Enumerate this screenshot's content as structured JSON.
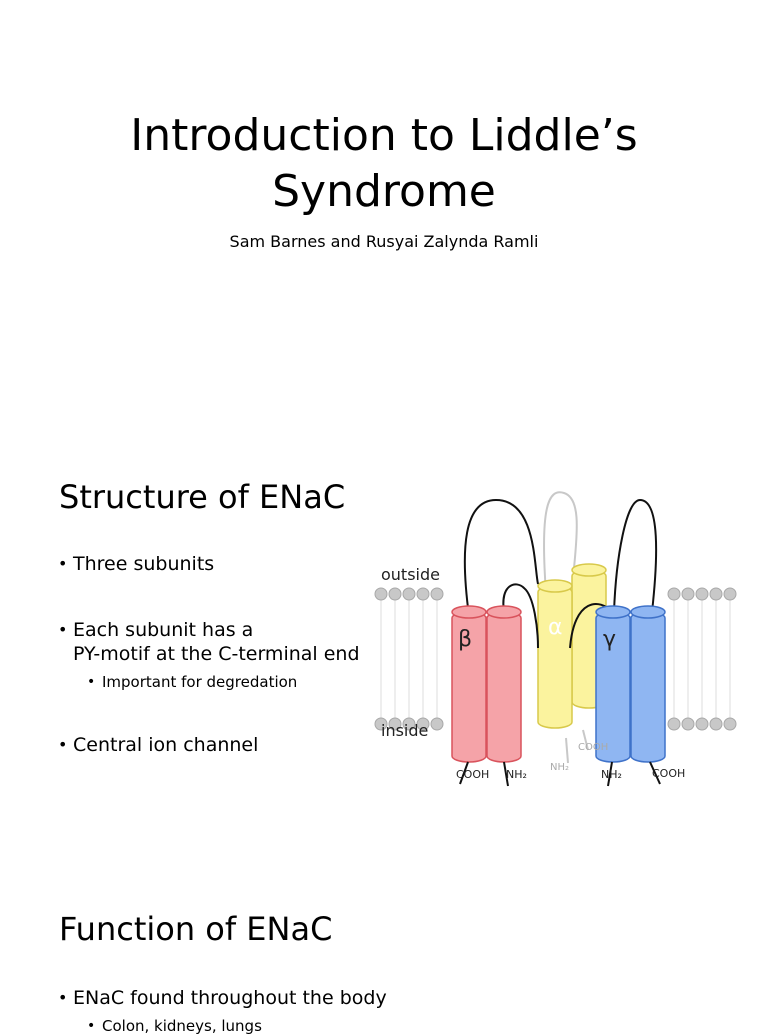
{
  "slide1": {
    "title_line1": "Introduction to Liddle’s",
    "title_line2": "Syndrome",
    "authors": "Sam Barnes and Rusyai Zalynda Ramli"
  },
  "slide2": {
    "heading": "Structure of ENaC",
    "bullet1": "Three subunits",
    "bullet2_line1": "Each subunit has a",
    "bullet2_line2": "PY-motif at the C-terminal end",
    "sub_bullet1": "Important for degredation",
    "bullet3": "Central ion channel",
    "diagram": {
      "outside_label": "outside",
      "inside_label": "inside",
      "beta_symbol": "β",
      "alpha_symbol": "α",
      "gamma_symbol": "γ",
      "beta_terminal_c": "COOH",
      "beta_terminal_n": "NH₂",
      "alpha_terminal_n": "NH₂",
      "alpha_terminal_c": "COOH",
      "gamma_terminal_n": "NH₂",
      "gamma_terminal_c": "COOH",
      "colors": {
        "beta_fill": "#f5a3a8",
        "beta_stroke": "#d9535c",
        "alpha_fill": "#fbf39e",
        "alpha_stroke": "#d8c94a",
        "gamma_fill": "#8fb6f2",
        "gamma_stroke": "#3f72c9",
        "lipid": "#c8c8c8"
      }
    }
  },
  "slide3": {
    "heading": "Function of ENaC",
    "bullet1": "ENaC found throughout the body",
    "sub_bullet1": "Colon, kidneys, lungs"
  }
}
